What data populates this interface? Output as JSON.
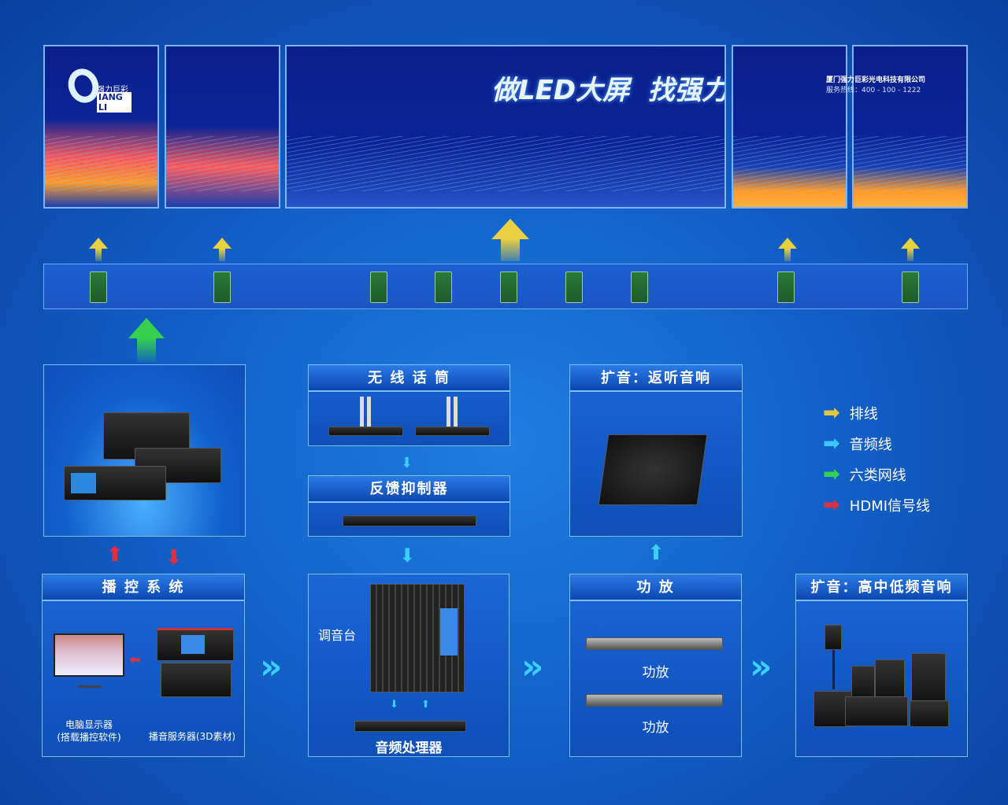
{
  "screen": {
    "logo_cn": "强力巨彩",
    "logo_en": "IANG LI",
    "slogan": "做LED大屏  找强力巨彩",
    "company": "厦门强力巨彩光电科技有限公司",
    "hotline": "服务热线：400 - 100 - 1222"
  },
  "boxes": {
    "playback": {
      "title": "播 控 系 统",
      "monitor": "电脑显示器",
      "monitor_note": "(搭载播控软件)",
      "server": "播音服务器(3D素材)"
    },
    "mic": {
      "title": "无 线 话 筒"
    },
    "feedback": {
      "title": "反馈抑制器"
    },
    "mixer": {
      "label": "调音台",
      "processor": "音频处理器"
    },
    "monitor_speaker": {
      "title": "扩音：返听音响"
    },
    "amplifier": {
      "title": "功  放",
      "unit1": "功放",
      "unit2": "功放"
    },
    "speakers": {
      "title": "扩音：高中低频音响"
    }
  },
  "legend": [
    {
      "label": "排线",
      "color": "#e0c840",
      "icon": "arrow-right"
    },
    {
      "label": "音频线",
      "color": "#39c8ff",
      "icon": "arrow-right"
    },
    {
      "label": "六类网线",
      "color": "#35d050",
      "icon": "arrow-right"
    },
    {
      "label": "HDMI信号线",
      "color": "#e03040",
      "icon": "arrow-right"
    }
  ]
}
